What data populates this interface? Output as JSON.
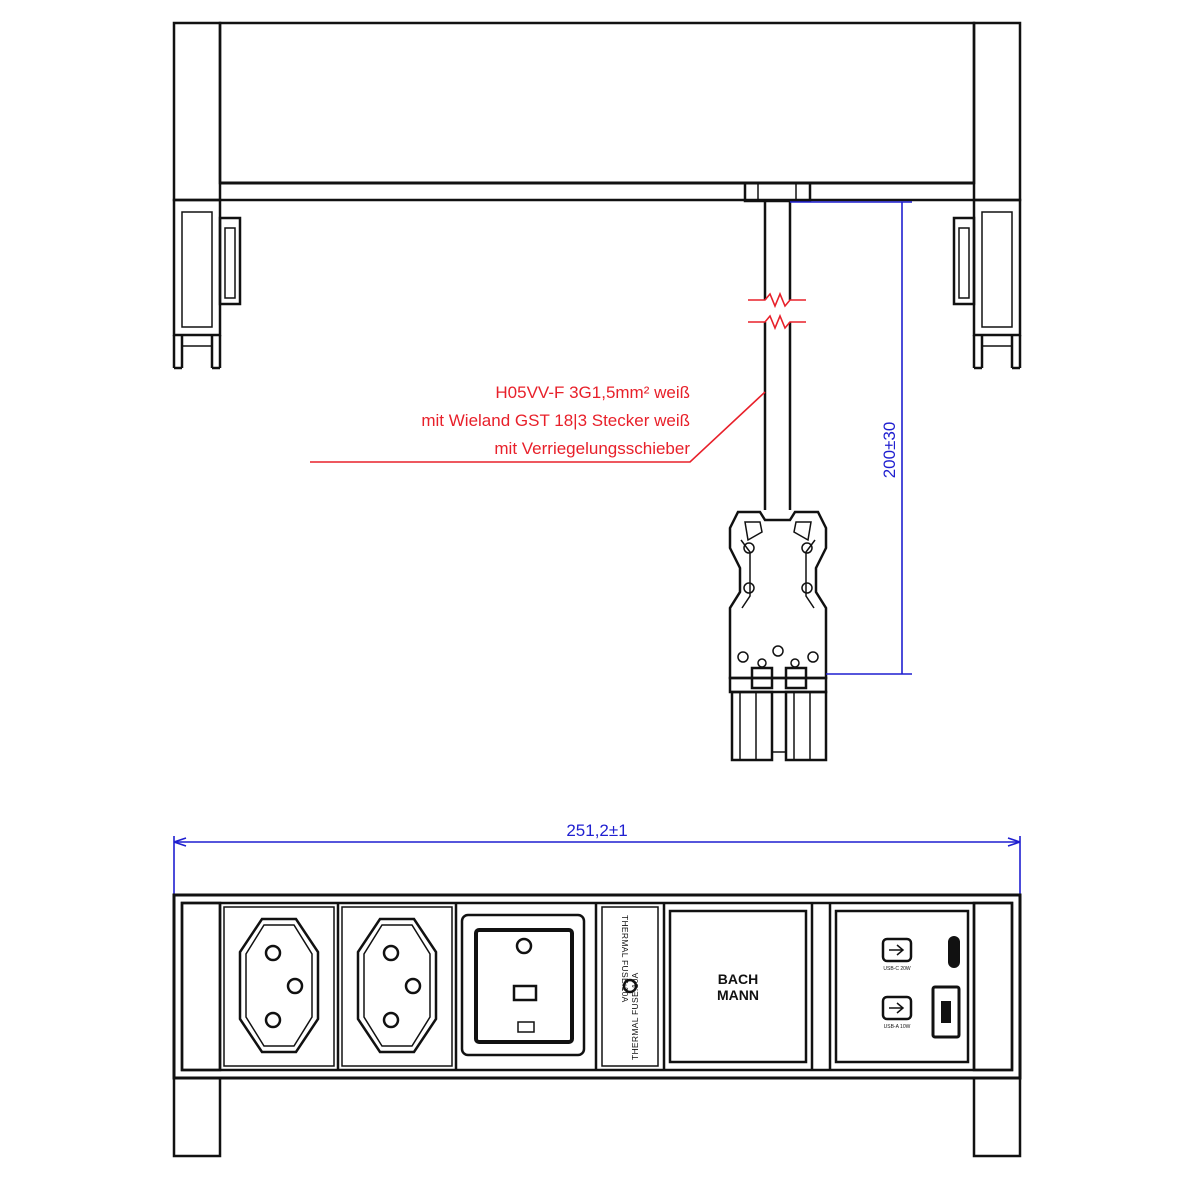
{
  "cable_label": {
    "line1": "H05VV-F 3G1,5mm² weiß",
    "line2": "mit Wieland GST 18|3 Stecker weiß",
    "line3": "mit Verriegelungsschieber"
  },
  "dimensions": {
    "cable_length": "200±30",
    "width": "251,2±1"
  },
  "modules": {
    "fuse_label_top": "THERMAL FUSE:10A",
    "fuse_label_bottom": "THERMAL FUSE:10A",
    "brand_line1": "BACH",
    "brand_line2": "MANN",
    "usb_c_label": "USB-C 20W",
    "usb_a_label": "USB-A 10W"
  },
  "colors": {
    "outline": "#111111",
    "annotation": "#e8202a",
    "dimension": "#1f1fd0"
  }
}
